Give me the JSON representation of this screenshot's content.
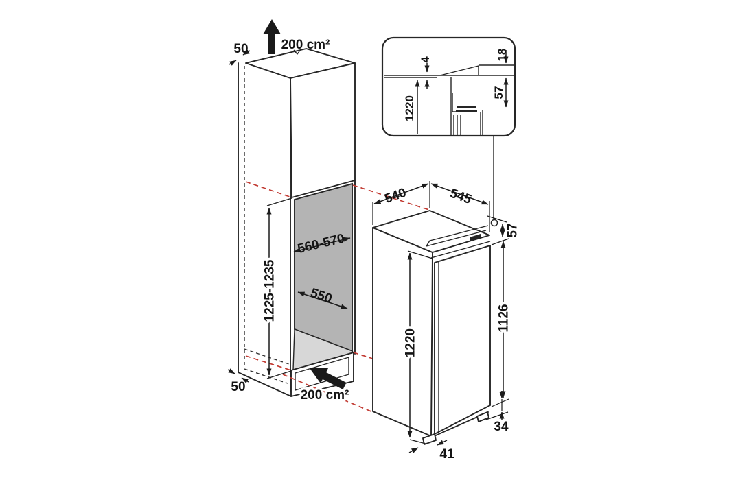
{
  "colors": {
    "line": "#262626",
    "projection_red": "#c23b33",
    "niche_panel_gray": "#b4b4b4",
    "niche_floor_gray": "#d7d7d7"
  },
  "cabinet": {
    "top_clearance": "50",
    "top_vent_area": "200 cm²",
    "niche_width": "560-570",
    "niche_height": "1225-1235",
    "niche_depth": "550",
    "bottom_clearance": "50",
    "bottom_vent_area": "200 cm²"
  },
  "appliance": {
    "width": "540",
    "depth": "545",
    "top_hinge_offset": "57",
    "height": "1220",
    "door_height": "1126",
    "plinth_height": "34",
    "foot_inset": "41"
  },
  "detail_inset": {
    "cover_thickness": "4",
    "top_overlap": "18",
    "hinge_clearance": "57",
    "niche_height": "1220"
  }
}
